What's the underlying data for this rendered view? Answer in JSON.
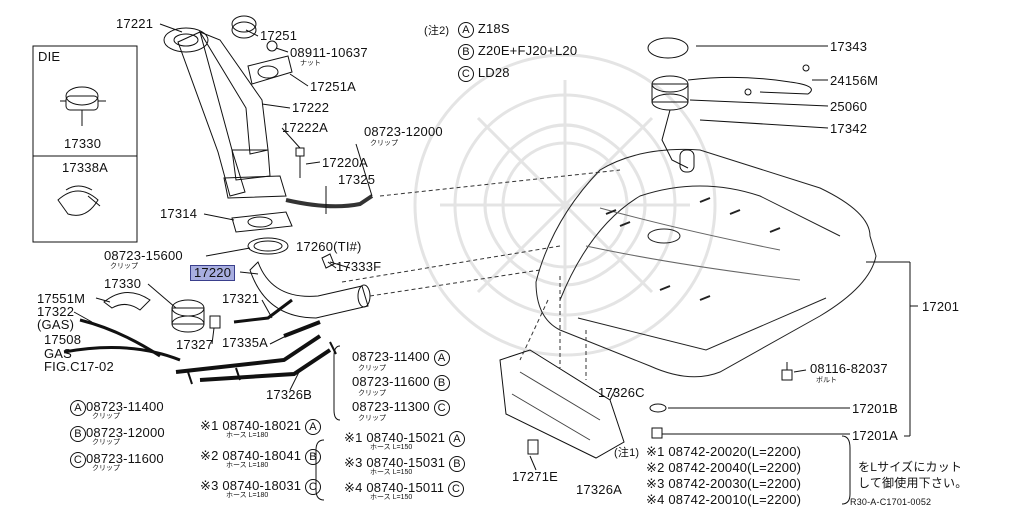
{
  "inset": {
    "die_label": "DIE",
    "part_a": "17330",
    "part_b": "17338A"
  },
  "legend": {
    "note2": "(注2)",
    "a": {
      "mark": "A",
      "text": "Z18S"
    },
    "b": {
      "mark": "B",
      "text": "Z20E+FJ20+L20"
    },
    "c": {
      "mark": "C",
      "text": "LD28"
    }
  },
  "labels": {
    "l17221": "17221",
    "l17251": "17251",
    "l08911": "08911-10637",
    "l08911_sub": "ナット",
    "l17251a": "17251A",
    "l17222": "17222",
    "l17222a": "17222A",
    "l08723_12000_top": "08723-12000",
    "l08723_12000_top_sub": "クリップ",
    "l17220a": "17220A",
    "l17325": "17325",
    "l17314": "17314",
    "l08723_15600": "08723-15600",
    "l08723_15600_sub": "クリップ",
    "l17260": "17260(TI#)",
    "l17220": "17220",
    "l17333f": "17333F",
    "l17330": "17330",
    "l17551m": "17551M",
    "l17322": "17322",
    "l17322_gas": "(GAS)",
    "l17321": "17321",
    "l17508": "17508",
    "l17508_gas": "GAS",
    "l17508_fig": "FIG.C17-02",
    "l17327": "17327",
    "l17335a": "17335A",
    "l17326b": "17326B",
    "l17343": "17343",
    "l24156m": "24156M",
    "l25060": "25060",
    "l17342": "17342",
    "l17201": "17201",
    "l08116": "08116-82037",
    "l08116_sub": "ボルト",
    "l17201b": "17201B",
    "l17201a": "17201A",
    "l17326c": "17326C",
    "l17271e": "17271E",
    "l17326a": "17326A",
    "l11400": "08723-11400",
    "l11400_sub": "クリップ",
    "l11600": "08723-11600",
    "l11600_sub": "クリップ",
    "l11300": "08723-11300",
    "l11300_sub": "クリップ"
  },
  "left_clips": [
    {
      "mark": "A",
      "part": "08723-11400",
      "sub": "クリップ"
    },
    {
      "mark": "B",
      "part": "08723-12000",
      "sub": "クリップ"
    },
    {
      "mark": "C",
      "part": "08723-11600",
      "sub": "クリップ"
    }
  ],
  "hoses_left": [
    {
      "prefix": "※1",
      "part": "08740-18021",
      "mark": "A",
      "sub": "ホース L=180"
    },
    {
      "prefix": "※2",
      "part": "08740-18041",
      "mark": "B",
      "sub": "ホース L=180"
    },
    {
      "prefix": "※3",
      "part": "08740-18031",
      "mark": "C",
      "sub": "ホース L=180"
    }
  ],
  "hoses_mid": [
    {
      "prefix": "※1",
      "part": "08740-15021",
      "mark": "A",
      "sub": "ホース L=150"
    },
    {
      "prefix": "※3",
      "part": "08740-15031",
      "mark": "B",
      "sub": "ホース L=150"
    },
    {
      "prefix": "※4",
      "part": "08740-15011",
      "mark": "C",
      "sub": "ホース L=150"
    }
  ],
  "hoses_right": {
    "note1": "(注1)",
    "rows": [
      {
        "prefix": "※1",
        "part": "08742-20020(L=2200)"
      },
      {
        "prefix": "※2",
        "part": "08742-20040(L=2200)"
      },
      {
        "prefix": "※3",
        "part": "08742-20030(L=2200)"
      },
      {
        "prefix": "※4",
        "part": "08742-20010(L=2200)"
      }
    ],
    "note_text_1": "をLサイズにカット",
    "note_text_2": "して御使用下さい。"
  },
  "figure_code": "R30-A-C1701-0052"
}
